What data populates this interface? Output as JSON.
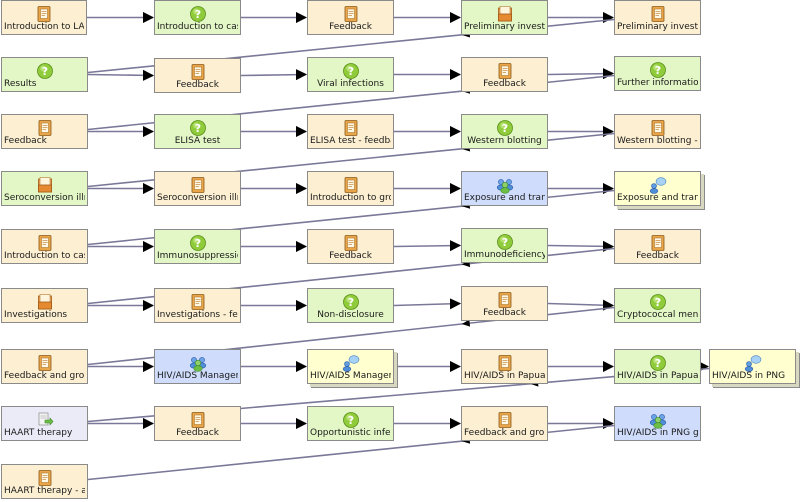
{
  "sequence": {
    "activities": [
      {
        "label": "Introduction to LAMS",
        "type": "notice",
        "icon": "notebook-icon"
      },
      {
        "label": "Introduction to case",
        "type": "question",
        "icon": "question-icon"
      },
      {
        "label": "Feedback",
        "type": "notice",
        "icon": "notebook-icon"
      },
      {
        "label": "Preliminary investig",
        "type": "question",
        "icon": "report-icon"
      },
      {
        "label": "Preliminary investig",
        "type": "notice",
        "icon": "notebook-icon"
      },
      {
        "label": "Results",
        "type": "question",
        "icon": "question-icon"
      },
      {
        "label": "Feedback",
        "type": "notice",
        "icon": "notebook-icon"
      },
      {
        "label": "Viral infections",
        "type": "question",
        "icon": "question-icon"
      },
      {
        "label": "Feedback",
        "type": "notice",
        "icon": "notebook-icon"
      },
      {
        "label": "Further information",
        "type": "question",
        "icon": "question-icon"
      },
      {
        "label": "Feedback",
        "type": "notice",
        "icon": "notebook-icon"
      },
      {
        "label": "ELISA test",
        "type": "question",
        "icon": "question-icon"
      },
      {
        "label": "ELISA test - feedback",
        "type": "notice",
        "icon": "notebook-icon"
      },
      {
        "label": "Western blotting",
        "type": "question",
        "icon": "question-icon"
      },
      {
        "label": "Western blotting - f",
        "type": "notice",
        "icon": "notebook-icon"
      },
      {
        "label": "Seroconversion illne",
        "type": "question",
        "icon": "report-icon"
      },
      {
        "label": "Seroconversion illne",
        "type": "notice",
        "icon": "notebook-icon"
      },
      {
        "label": "Introduction to grou",
        "type": "notice",
        "icon": "notebook-icon"
      },
      {
        "label": "Exposure and transmi",
        "type": "group",
        "icon": "group-icon"
      },
      {
        "label": "Exposure and transmi",
        "type": "forum",
        "icon": "forum-icon"
      },
      {
        "label": "Introduction to case",
        "type": "notice",
        "icon": "notebook-icon"
      },
      {
        "label": "Immunosuppression",
        "type": "question",
        "icon": "question-icon"
      },
      {
        "label": "Feedback",
        "type": "notice",
        "icon": "notebook-icon"
      },
      {
        "label": "Immunodeficiency and",
        "type": "question",
        "icon": "question-icon"
      },
      {
        "label": "Feedback",
        "type": "notice",
        "icon": "notebook-icon"
      },
      {
        "label": "Investigations",
        "type": "report",
        "icon": "report-icon"
      },
      {
        "label": "Investigations - fee",
        "type": "notice",
        "icon": "notebook-icon"
      },
      {
        "label": "Non-disclosure",
        "type": "question",
        "icon": "question-icon"
      },
      {
        "label": "Feedback",
        "type": "notice",
        "icon": "notebook-icon"
      },
      {
        "label": "Cryptococcal meningi",
        "type": "question",
        "icon": "question-icon"
      },
      {
        "label": "Feedback and group i",
        "type": "notice",
        "icon": "notebook-icon"
      },
      {
        "label": "HIV/AIDS Management",
        "type": "group",
        "icon": "group-icon"
      },
      {
        "label": "HIV/AIDS Management",
        "type": "forum",
        "icon": "forum-icon"
      },
      {
        "label": "HIV/AIDS in Papua Ne",
        "type": "notice",
        "icon": "notebook-icon"
      },
      {
        "label": "HIV/AIDS in Papua Ne",
        "type": "question",
        "icon": "question-icon"
      },
      {
        "label": "Feedback",
        "type": "notice",
        "icon": "notebook-icon"
      },
      {
        "label": "Opportunistic infect",
        "type": "question",
        "icon": "question-icon"
      },
      {
        "label": "Feedback and group i",
        "type": "notice",
        "icon": "notebook-icon"
      },
      {
        "label": "HIV/AIDS in PNG grou",
        "type": "group",
        "icon": "group-icon"
      },
      {
        "label": "HIV/AIDS in PNG",
        "type": "forum",
        "icon": "forum-icon"
      },
      {
        "label": "HAART therapy",
        "type": "share",
        "icon": "share-resources-icon"
      },
      {
        "label": "HAART therapy - answ",
        "type": "notice",
        "icon": "notebook-icon"
      }
    ]
  },
  "colors": {
    "transition_line": "#7a7898",
    "arrow": "#000000"
  }
}
